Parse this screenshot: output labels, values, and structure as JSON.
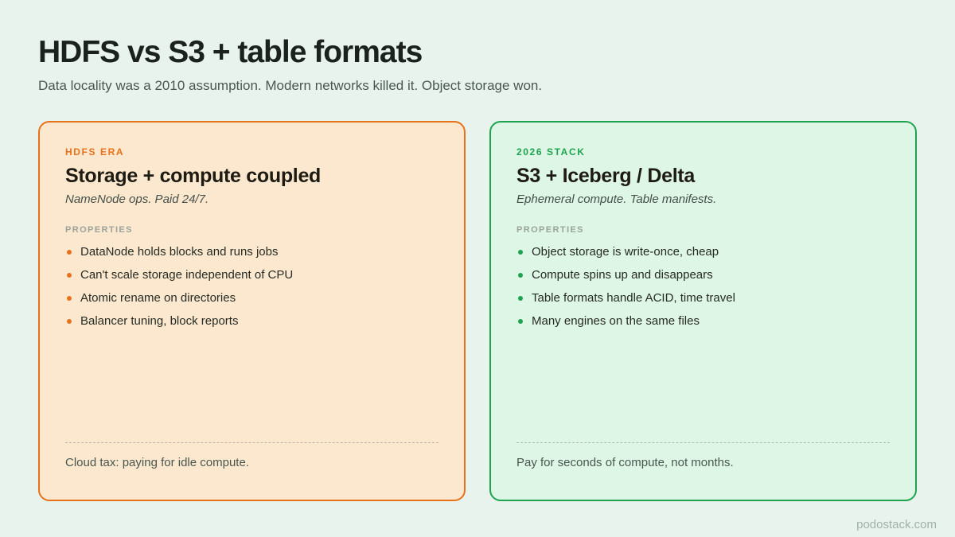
{
  "header": {
    "title": "HDFS vs S3 + table formats",
    "subtitle": "Data locality was a 2010 assumption. Modern networks killed it. Object storage won."
  },
  "cards": [
    {
      "eyebrow": "HDFS ERA",
      "title": "Storage + compute coupled",
      "subtitle": "NameNode ops. Paid 24/7.",
      "section_label": "PROPERTIES",
      "bullets": [
        "DataNode holds blocks and runs jobs",
        "Can't scale storage independent of CPU",
        "Atomic rename on directories",
        "Balancer tuning, block reports"
      ],
      "footnote": "Cloud tax: paying for idle compute.",
      "colors": {
        "accent": "#E8721C",
        "background": "#FCE8CF",
        "border": "#E8721C"
      }
    },
    {
      "eyebrow": "2026 STACK",
      "title": "S3 + Iceberg / Delta",
      "subtitle": "Ephemeral compute. Table manifests.",
      "section_label": "PROPERTIES",
      "bullets": [
        "Object storage is write-once, cheap",
        "Compute spins up and disappears",
        "Table formats handle ACID, time travel",
        "Many engines on the same files"
      ],
      "footnote": "Pay for seconds of compute, not months.",
      "colors": {
        "accent": "#1EA44F",
        "background": "#DEF6E5",
        "border": "#1EA44F"
      }
    }
  ],
  "footer": {
    "watermark": "podostack.com"
  },
  "page_colors": {
    "background": "#E9F3EE",
    "title_text": "#1B211D",
    "subtitle_text": "#4A5750"
  }
}
